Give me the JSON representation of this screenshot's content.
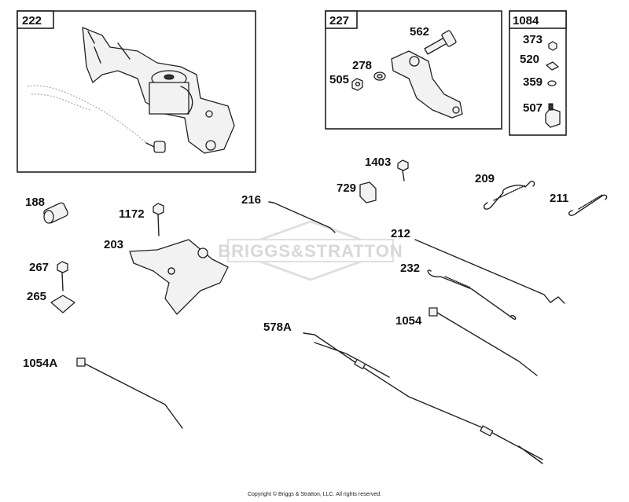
{
  "boxes": {
    "b222": "222",
    "b227": "227",
    "b1084": "1084"
  },
  "labels": {
    "p562": "562",
    "p278": "278",
    "p505": "505",
    "p373": "373",
    "p520": "520",
    "p359": "359",
    "p507": "507",
    "p1403": "1403",
    "p729": "729",
    "p209": "209",
    "p211": "211",
    "p188": "188",
    "p1172": "1172",
    "p216": "216",
    "p203": "203",
    "p212": "212",
    "p267": "267",
    "p232": "232",
    "p265": "265",
    "p1054": "1054",
    "p578A": "578A",
    "p1054A": "1054A"
  },
  "watermark": "BRIGGS&STRATTON",
  "copyright": "Copyright © Briggs & Stratton, LLC. All rights reserved."
}
